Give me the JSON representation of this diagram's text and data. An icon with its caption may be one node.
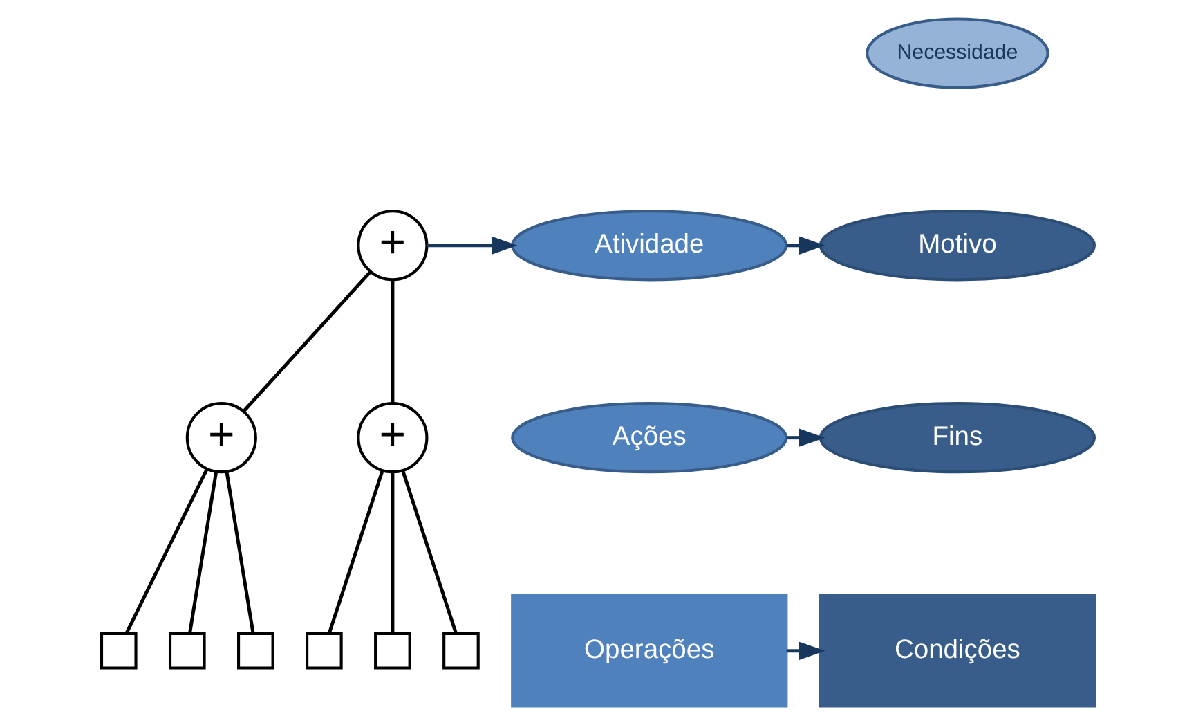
{
  "diagram": {
    "nodes": [
      {
        "text": [
          "+"
        ]
      },
      {
        "text": [
          "+"
        ]
      },
      {
        "text": [
          "+"
        ]
      },
      {
        "text": [],
        "shape": "box"
      },
      {
        "text": [],
        "shape": "box"
      },
      {
        "text": [],
        "shape": "box"
      },
      {
        "text": [],
        "shape": "box"
      },
      {
        "text": [],
        "shape": "box"
      },
      {
        "text": [],
        "shape": "box"
      },
      {
        "text": [
          "Atividade"
        ]
      },
      {
        "text": [
          "Motivo"
        ]
      },
      {
        "text": [
          "Necessidade"
        ]
      },
      {
        "text": [
          "Ações"
        ]
      },
      {
        "text": [
          "Fins"
        ]
      },
      {
        "text": [
          "Operações"
        ]
      },
      {
        "text": [
          "Condições"
        ]
      }
    ],
    "edges": [
      {
        "from": 0,
        "to": 1,
        "arrow": "none"
      },
      {
        "from": 0,
        "to": 2,
        "arrow": "none"
      },
      {
        "from": 1,
        "to": 3,
        "arrow": "none"
      },
      {
        "from": 1,
        "to": 4,
        "arrow": "none"
      },
      {
        "from": 1,
        "to": 5,
        "arrow": "none"
      },
      {
        "from": 2,
        "to": 6,
        "arrow": "none"
      },
      {
        "from": 2,
        "to": 7,
        "arrow": "none"
      },
      {
        "from": 2,
        "to": 8,
        "arrow": "none"
      },
      {
        "from": 0,
        "to": 9,
        "arrow": "to",
        "color": "#17375e"
      },
      {
        "from": 9,
        "to": 10,
        "arrow": "to",
        "color": "#17375e"
      },
      {
        "from": 12,
        "to": 13,
        "arrow": "to",
        "color": "#17375e"
      },
      {
        "from": 14,
        "to": 15,
        "arrow": "to",
        "color": "#17375e"
      }
    ]
  }
}
